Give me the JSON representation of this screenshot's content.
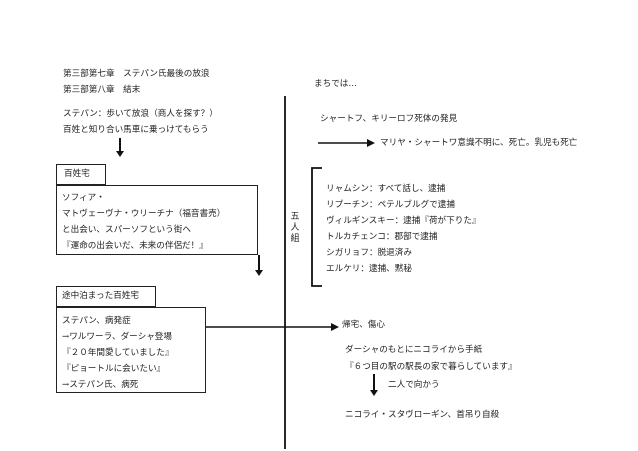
{
  "left": {
    "heading_lines": [
      "第三部第七章　ステパン氏最後の放浪",
      "第三部第八章　結末"
    ],
    "intro_lines": [
      "ステパン：歩いて放浪（商人を探す？）",
      "百姓と知り合い馬車に乗っけてもらう"
    ],
    "box1_label": "百姓宅",
    "box1_lines": [
      "ソフィア・",
      "マトヴェーヴナ・ウリーチナ（福音書売）",
      "と出会い、スパーソフという街へ",
      "『運命の出会いだ、未来の伴侶だ！』"
    ],
    "box2_label": "途中泊まった百姓宅",
    "box2_lines": [
      "ステパン、病発症",
      "→ワルワーラ、ダーシャ登場",
      "『２０年間愛していました』",
      "『ピョートルに会いたい』",
      "→ステパン氏、病死"
    ]
  },
  "right": {
    "town_label": "まちでは…",
    "shatov_line": "シャートフ、キリーロフ死体の発見",
    "maria_line": "マリヤ・シャートワ意識不明に、死亡。乳児も死亡",
    "group_label": "五人組",
    "group_members": [
      "リャムシン：すべて話し、逮捕",
      "リプーチン：ペテルブルグで逮捕",
      "ヴィルギンスキー：逮捕『荷が下りた』",
      "トルカチェンコ：郡部で逮捕",
      "シガリョフ：脱退済み",
      "エルケリ：逮捕、黙秘"
    ],
    "return_line": "帰宅、傷心",
    "letter_lines": [
      "ダーシャのもとにニコライから手紙",
      "『６つ目の駅の駅長の家で暮らしています』"
    ],
    "together_line": "二人で向かう",
    "nikolai_line": "ニコライ・スタヴローギン、首吊り自殺"
  }
}
